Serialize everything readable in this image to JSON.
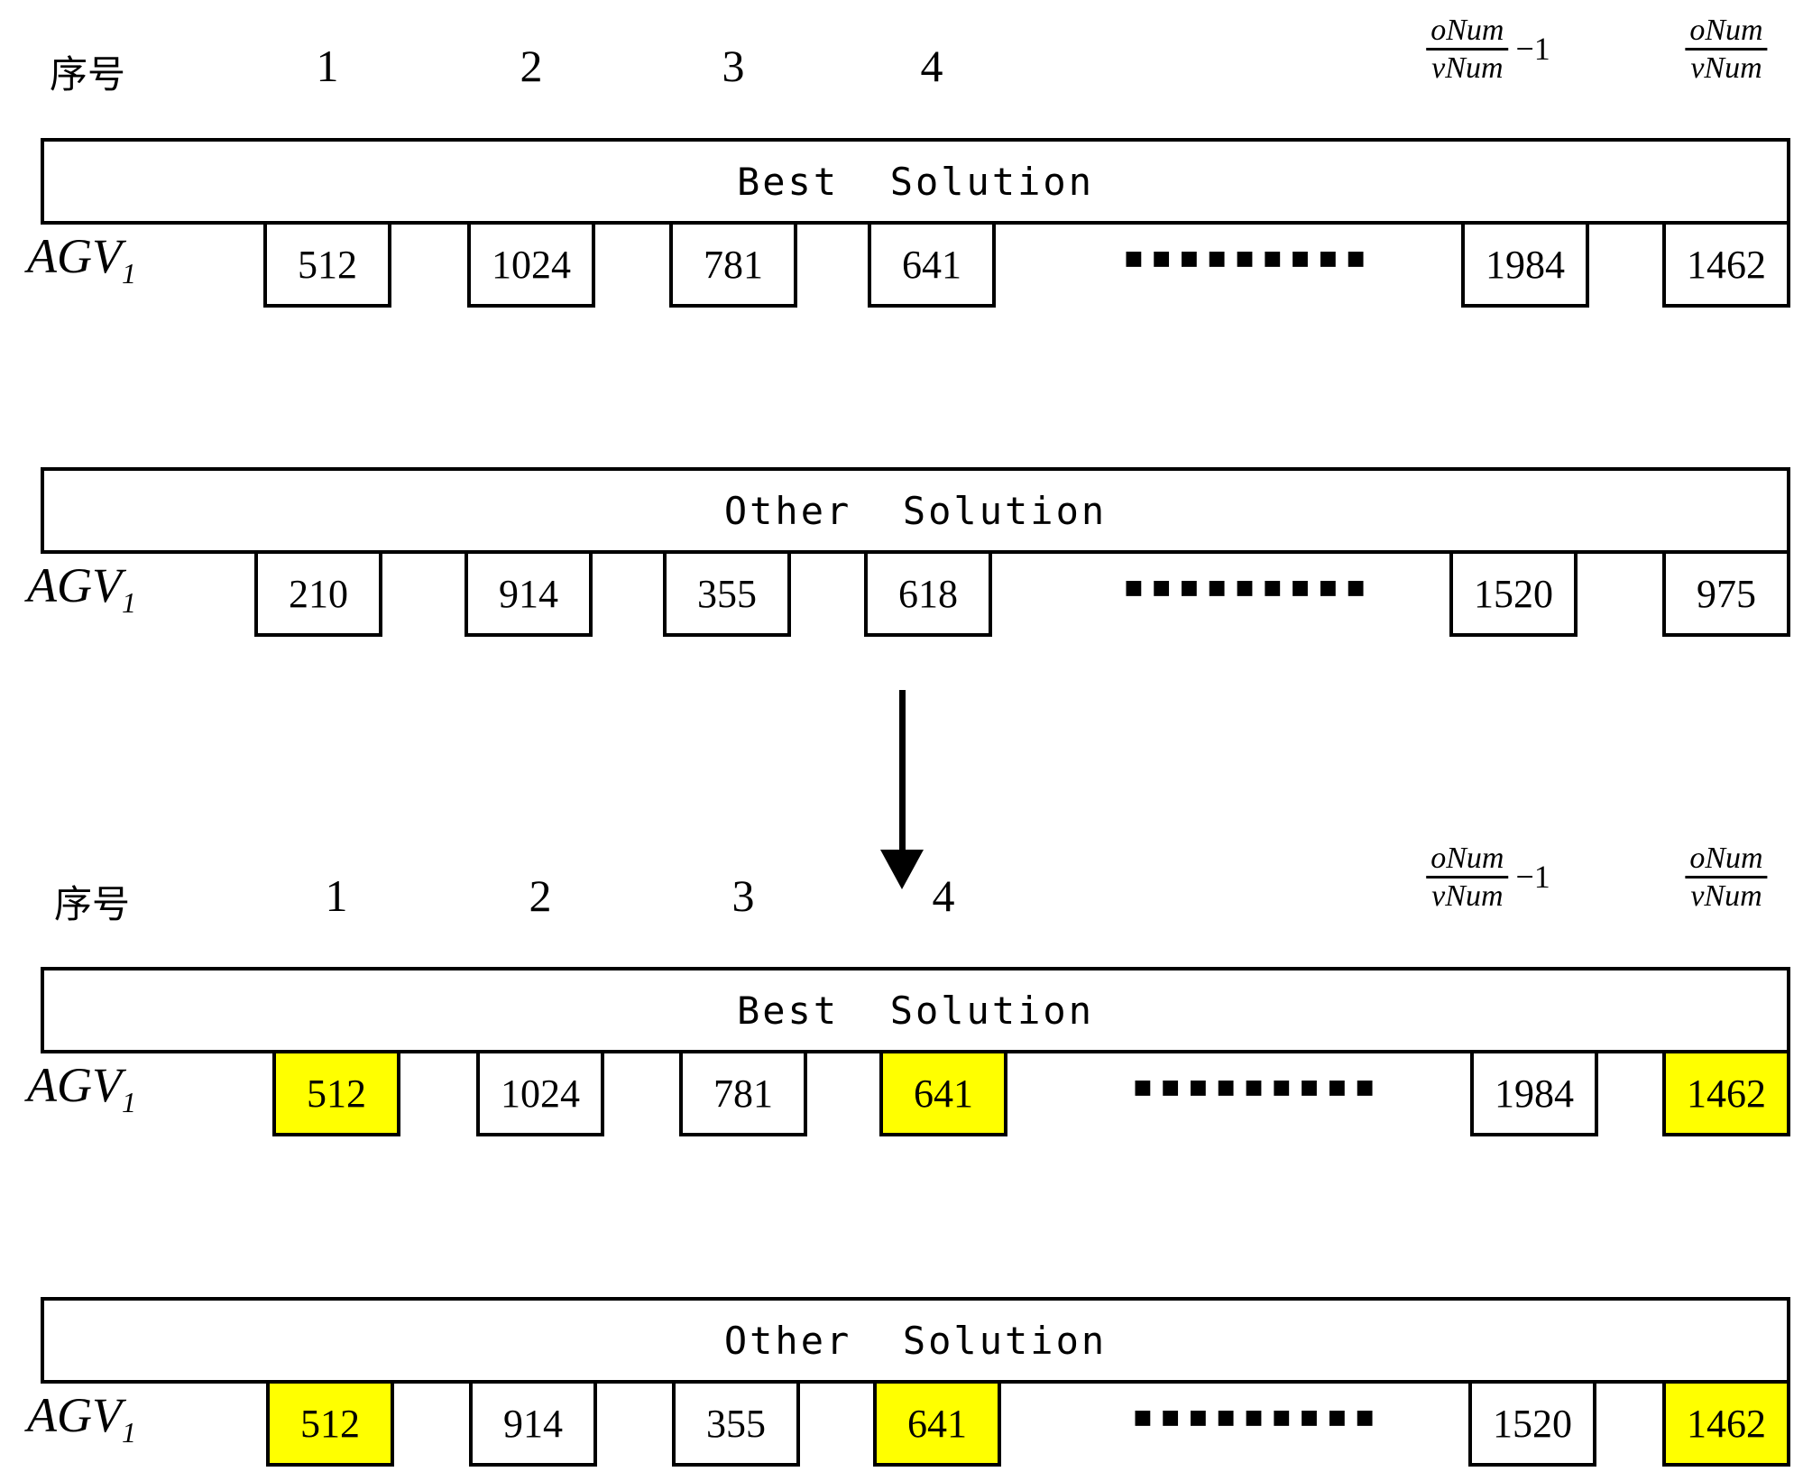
{
  "palette": {
    "highlight": "#ffff00",
    "line": "#000000",
    "background": "#ffffff"
  },
  "header": {
    "seq_label": "序号",
    "indices": [
      "1",
      "2",
      "3",
      "4"
    ],
    "frac_num": "oNum",
    "frac_den": "vNum",
    "minus_suffix": "−1"
  },
  "agv_label": "AGV",
  "agv_subscript": "1",
  "ellipsis": "■■■■■■■■■",
  "sections": [
    {
      "title": "Best  Solution",
      "cells": [
        {
          "value": "512",
          "highlighted": false
        },
        {
          "value": "1024",
          "highlighted": false
        },
        {
          "value": "781",
          "highlighted": false
        },
        {
          "value": "641",
          "highlighted": false
        },
        {
          "value": "1984",
          "highlighted": false
        },
        {
          "value": "1462",
          "highlighted": false
        }
      ]
    },
    {
      "title": "Other  Solution",
      "cells": [
        {
          "value": "210",
          "highlighted": false
        },
        {
          "value": "914",
          "highlighted": false
        },
        {
          "value": "355",
          "highlighted": false
        },
        {
          "value": "618",
          "highlighted": false
        },
        {
          "value": "1520",
          "highlighted": false
        },
        {
          "value": "975",
          "highlighted": false
        }
      ]
    },
    {
      "title": "Best  Solution",
      "cells": [
        {
          "value": "512",
          "highlighted": true
        },
        {
          "value": "1024",
          "highlighted": false
        },
        {
          "value": "781",
          "highlighted": false
        },
        {
          "value": "641",
          "highlighted": true
        },
        {
          "value": "1984",
          "highlighted": false
        },
        {
          "value": "1462",
          "highlighted": true
        }
      ]
    },
    {
      "title": "Other  Solution",
      "cells": [
        {
          "value": "512",
          "highlighted": true
        },
        {
          "value": "914",
          "highlighted": false
        },
        {
          "value": "355",
          "highlighted": false
        },
        {
          "value": "641",
          "highlighted": true
        },
        {
          "value": "1520",
          "highlighted": false
        },
        {
          "value": "1462",
          "highlighted": true
        }
      ]
    }
  ]
}
